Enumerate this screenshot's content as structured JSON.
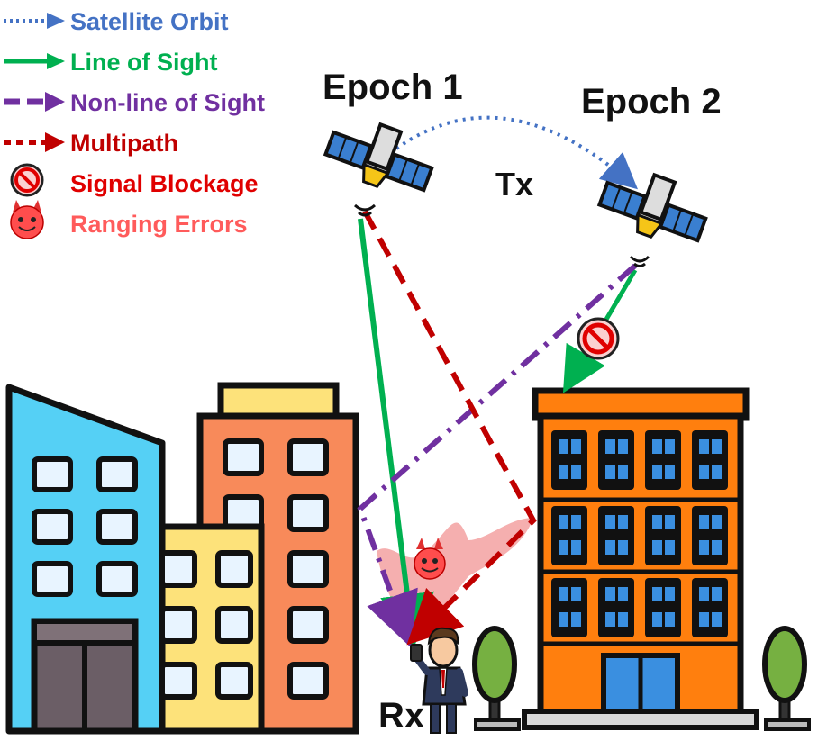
{
  "legend": {
    "items": [
      {
        "label": "Satellite Orbit",
        "color": "#4472c4",
        "icon": "dotted-arrow-icon"
      },
      {
        "label": "Line of Sight",
        "color": "#00b050",
        "icon": "solid-arrow-icon"
      },
      {
        "label": "Non-line of Sight",
        "color": "#7030a0",
        "icon": "dash-arrow-icon"
      },
      {
        "label": "Multipath",
        "color": "#c00000",
        "icon": "dotted-dash-arrow-icon"
      },
      {
        "label": "Signal Blockage",
        "color": "#e00000",
        "icon": "prohibited-icon"
      },
      {
        "label": "Ranging Errors",
        "color": "#ff5050",
        "icon": "devil-icon"
      }
    ]
  },
  "labels": {
    "epoch1": "Epoch 1",
    "epoch2": "Epoch 2",
    "tx": "Tx",
    "rx": "Rx"
  },
  "colors": {
    "los": "#00b050",
    "nlos": "#7030a0",
    "multipath": "#c00000",
    "orbit": "#4472c4",
    "error_region": "#f4a6a6"
  }
}
